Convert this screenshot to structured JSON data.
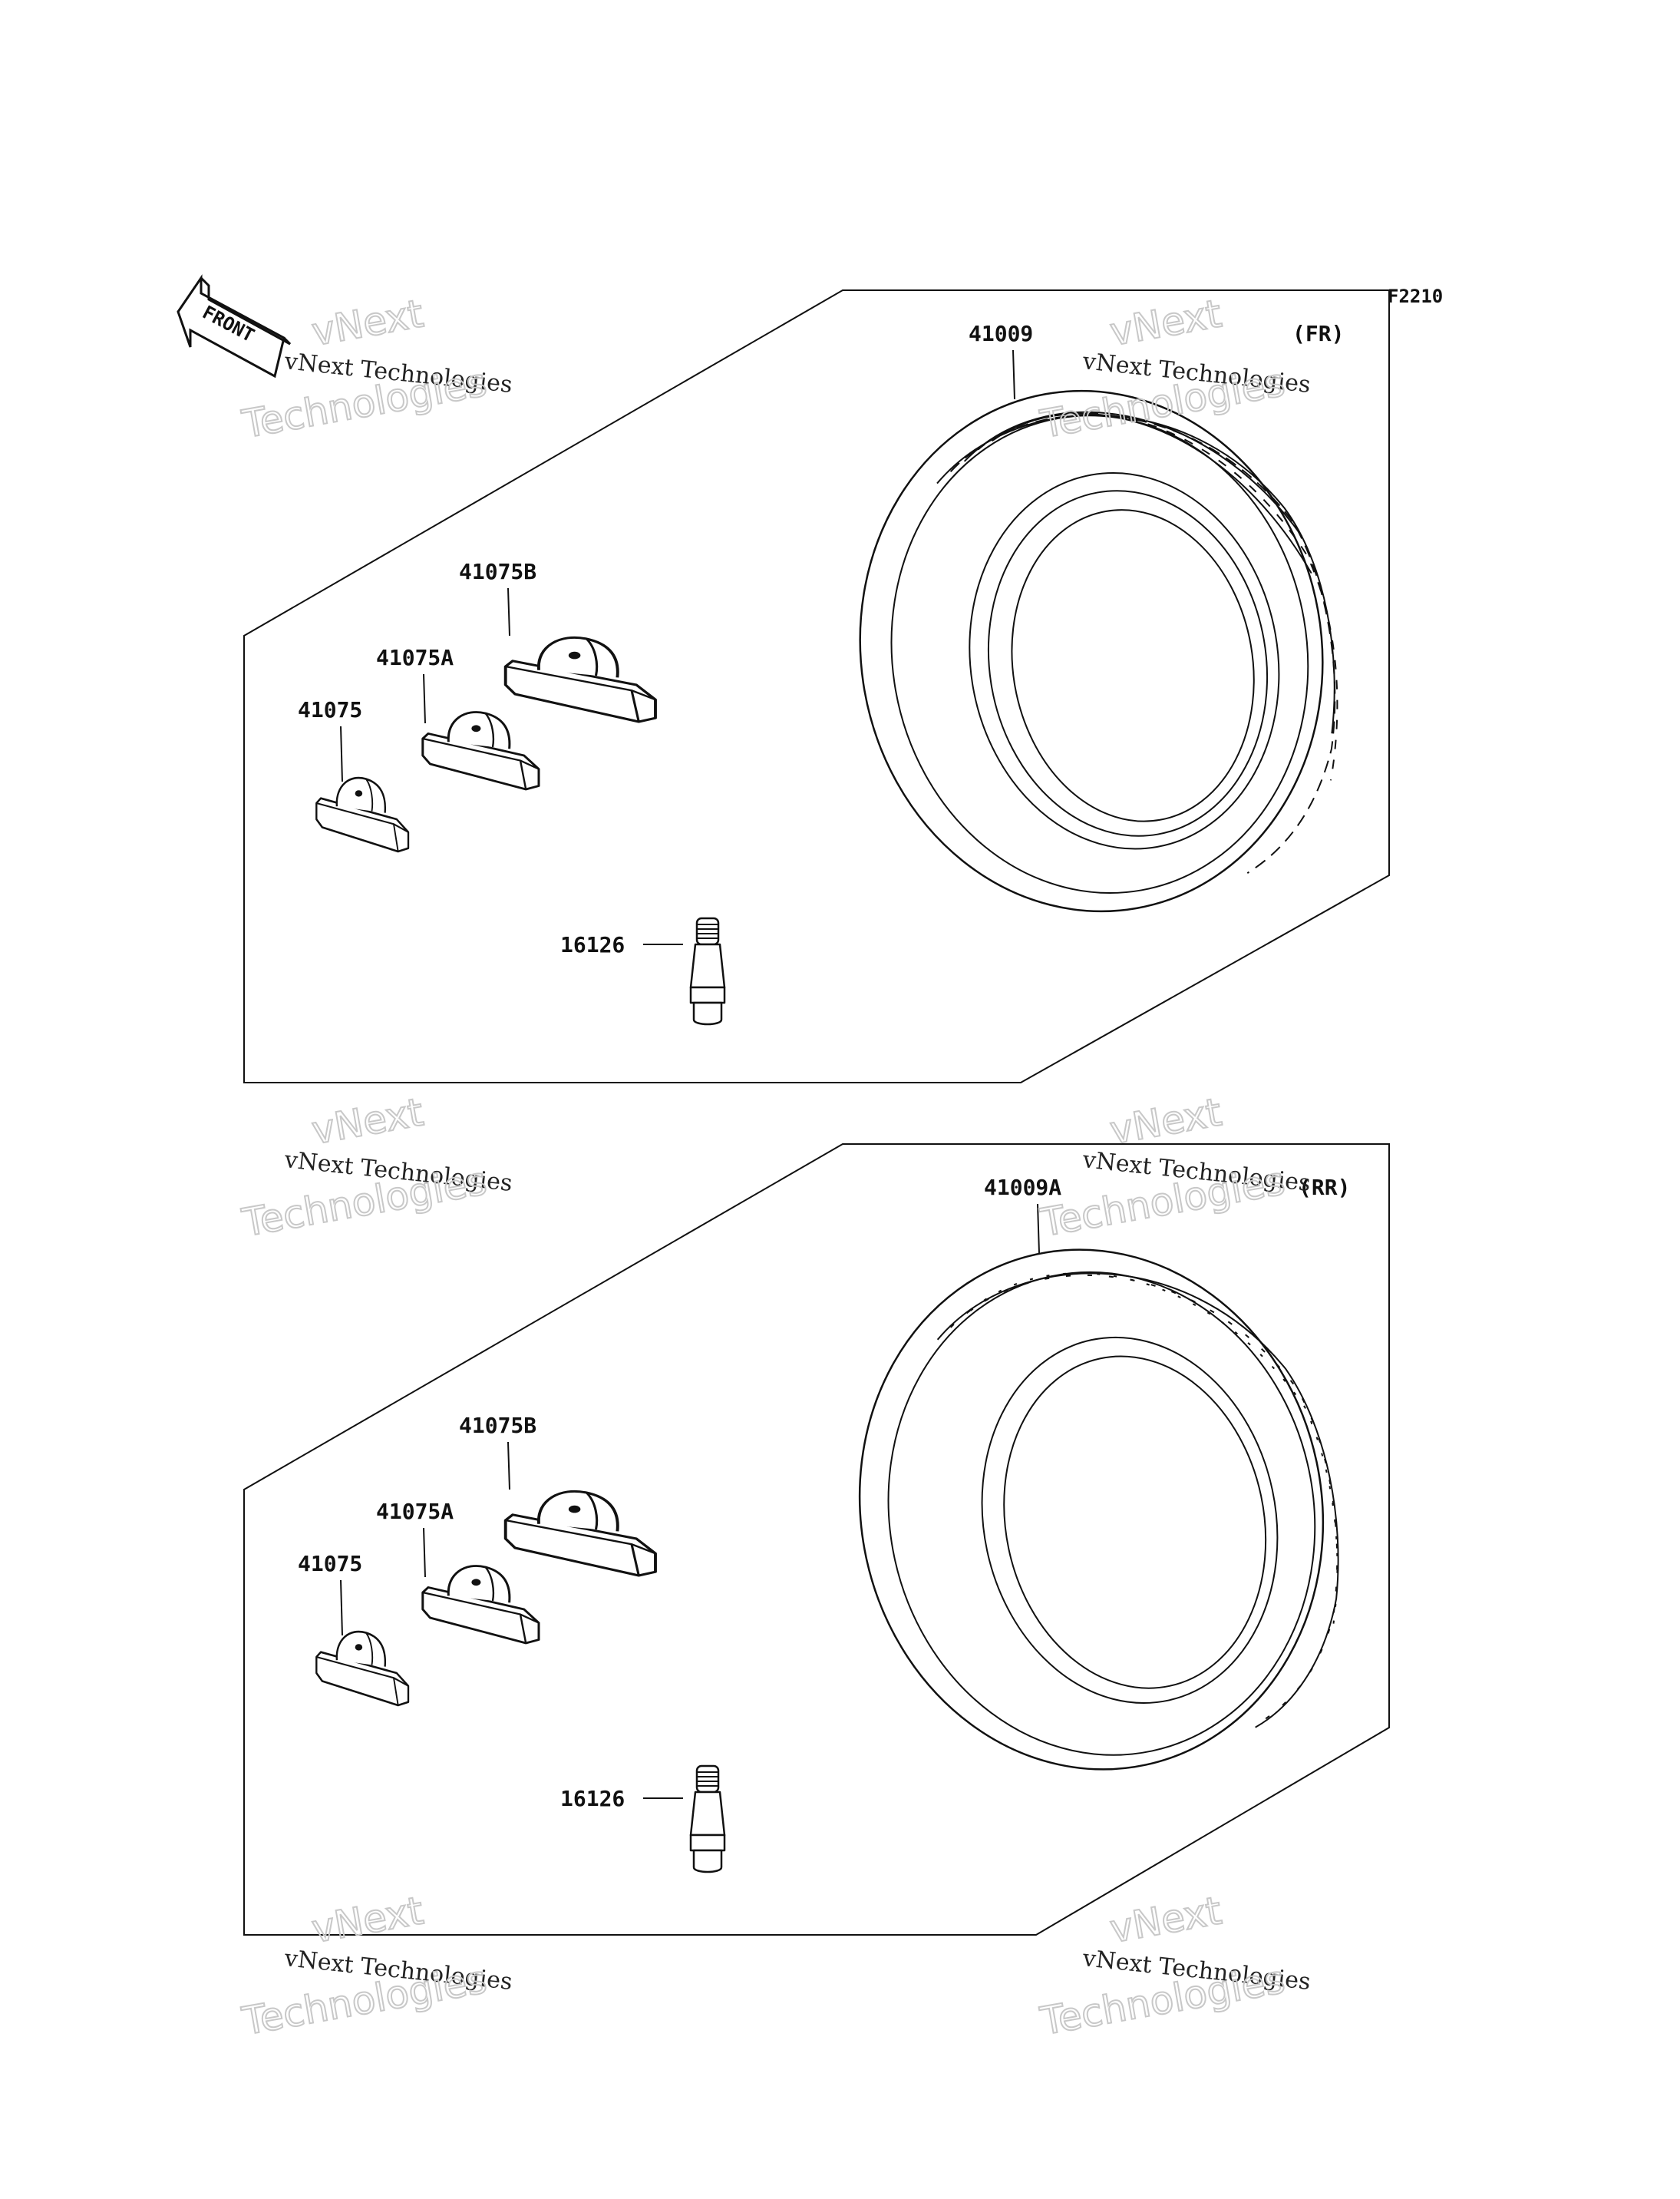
{
  "diagram_code": "F2210",
  "front_arrow_label": "FRONT",
  "watermark": {
    "line1": "vNext",
    "line2": "vNext Technologies",
    "line3": "Technologies"
  },
  "front_group": {
    "tire_part": "41009",
    "position": "(FR)",
    "weight_b": "41075B",
    "weight_a": "41075A",
    "weight": "41075",
    "valve": "16126"
  },
  "rear_group": {
    "tire_part": "41009A",
    "position": "(RR)",
    "weight_b": "41075B",
    "weight_a": "41075A",
    "weight": "41075",
    "valve": "16126"
  }
}
